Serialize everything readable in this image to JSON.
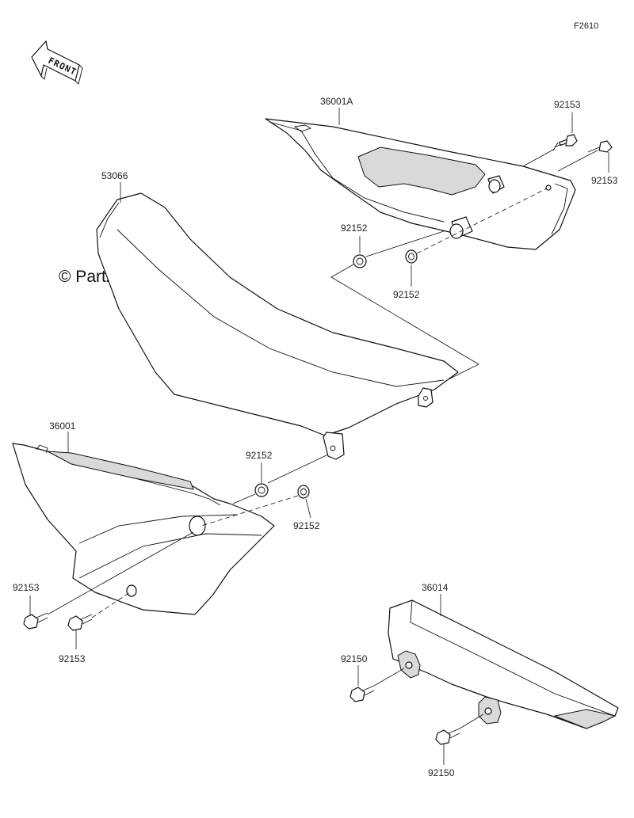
{
  "figure": {
    "id": "F2610",
    "front_label": "FRONT",
    "watermark": "© Partzilla.com"
  },
  "parts": [
    {
      "key": "seat",
      "number": "53066"
    },
    {
      "key": "cover_right",
      "number": "36001A"
    },
    {
      "key": "cover_left",
      "number": "36001"
    },
    {
      "key": "chain_guard",
      "number": "36014"
    },
    {
      "key": "bolt",
      "number": "92153"
    },
    {
      "key": "grommet",
      "number": "92152"
    },
    {
      "key": "chain_bolt",
      "number": "92150"
    }
  ]
}
